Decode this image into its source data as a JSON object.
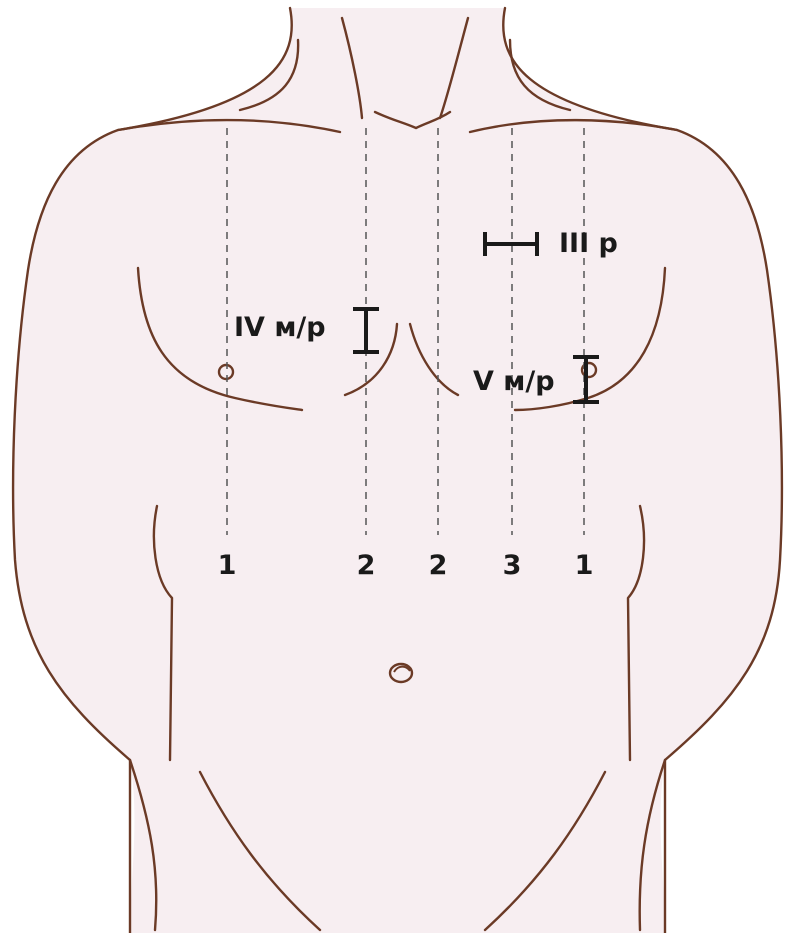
{
  "colors": {
    "skin": "#f7eef1",
    "outline": "#6b3a26",
    "guide_line": "#555555",
    "marker": "#1a1a1a",
    "text": "#1a1a1a"
  },
  "labels": {
    "space_iv": "IV м/р",
    "space_v": "V м/р",
    "rib_iii": "III р"
  },
  "line_numbers": [
    "1",
    "2",
    "2",
    "3",
    "1"
  ]
}
